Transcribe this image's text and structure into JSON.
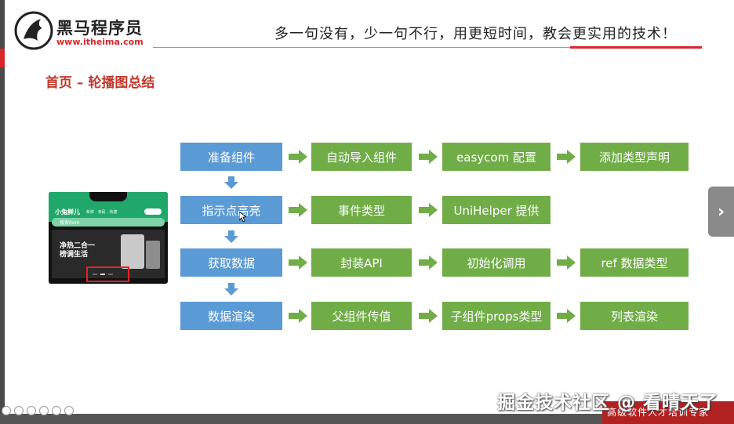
{
  "header": {
    "brand_name": "黑马程序员",
    "brand_url": "www.itheima.com",
    "slogan": "多一句没有，少一句不行，用更短时间，教会更实用的技术！"
  },
  "page_title": "首页 – 轮播图总结",
  "phone_preview": {
    "app_name": "小兔鲜儿",
    "app_tabs": "新鲜 · 亲民 · 快捷",
    "search_text": "搜索item",
    "banner_text": "净热二合一 \n 榜调生活"
  },
  "flow": {
    "row1": [
      "准备组件",
      "自动导入组件",
      "easycom 配置",
      "添加类型声明"
    ],
    "row2": [
      "指示点高亮",
      "事件类型",
      "UniHelper 提供"
    ],
    "row3": [
      "获取数据",
      "封装API",
      "初始化调用",
      "ref 数据类型"
    ],
    "row4": [
      "数据渲染",
      "父组件传值",
      "子组件props类型",
      "列表渲染"
    ]
  },
  "nav": {
    "next_label": "›"
  },
  "watermark": "掘金技术社区 @ 看晴天了",
  "footer_text": "高级软件人才培训专家",
  "colors": {
    "blue": "#5b9bd5",
    "green": "#70ad47",
    "accent_red": "#d9262b"
  }
}
